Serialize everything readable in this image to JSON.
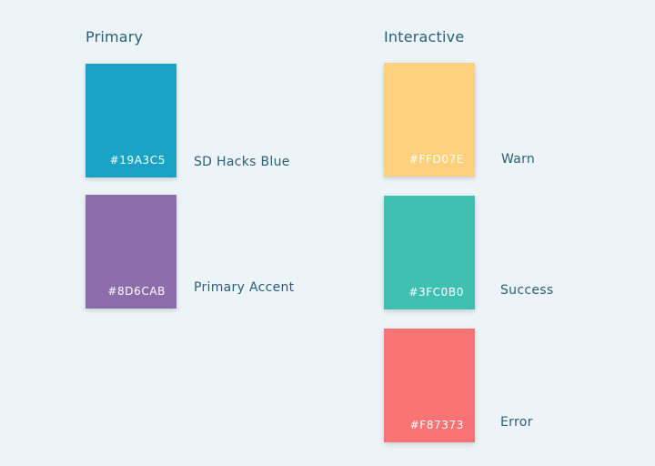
{
  "groups": {
    "primary": {
      "title": "Primary",
      "swatches": [
        {
          "hex": "#19A3C5",
          "name": "SD Hacks Blue",
          "color": "#19A3C5"
        },
        {
          "hex": "#8D6CAB",
          "name": "Primary Accent",
          "color": "#8D6CAB"
        }
      ]
    },
    "interactive": {
      "title": "Interactive",
      "swatches": [
        {
          "hex": "#FFD07E",
          "name": "Warn",
          "color": "#FFD07E"
        },
        {
          "hex": "#3FC0B0",
          "name": "Success",
          "color": "#3FC0B0"
        },
        {
          "hex": "#F87373",
          "name": "Error",
          "color": "#F87373"
        }
      ]
    }
  }
}
